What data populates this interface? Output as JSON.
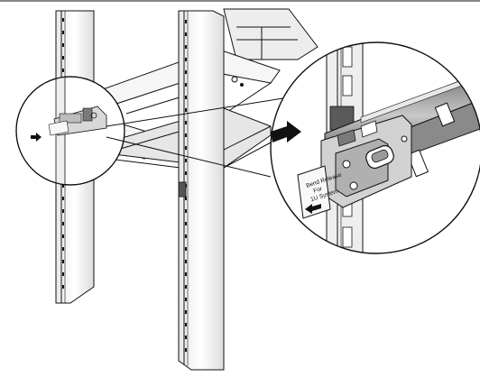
{
  "diagram": {
    "label_lines": [
      "Bend Release",
      "For",
      "1U System"
    ],
    "colors": {
      "line": "#111111",
      "rail_dark": "#4a4a4a",
      "rail_mid": "#9a9a9a",
      "rail_light": "#d6d6d6",
      "panel": "#f2f2f2",
      "arrow": "#111111"
    }
  }
}
